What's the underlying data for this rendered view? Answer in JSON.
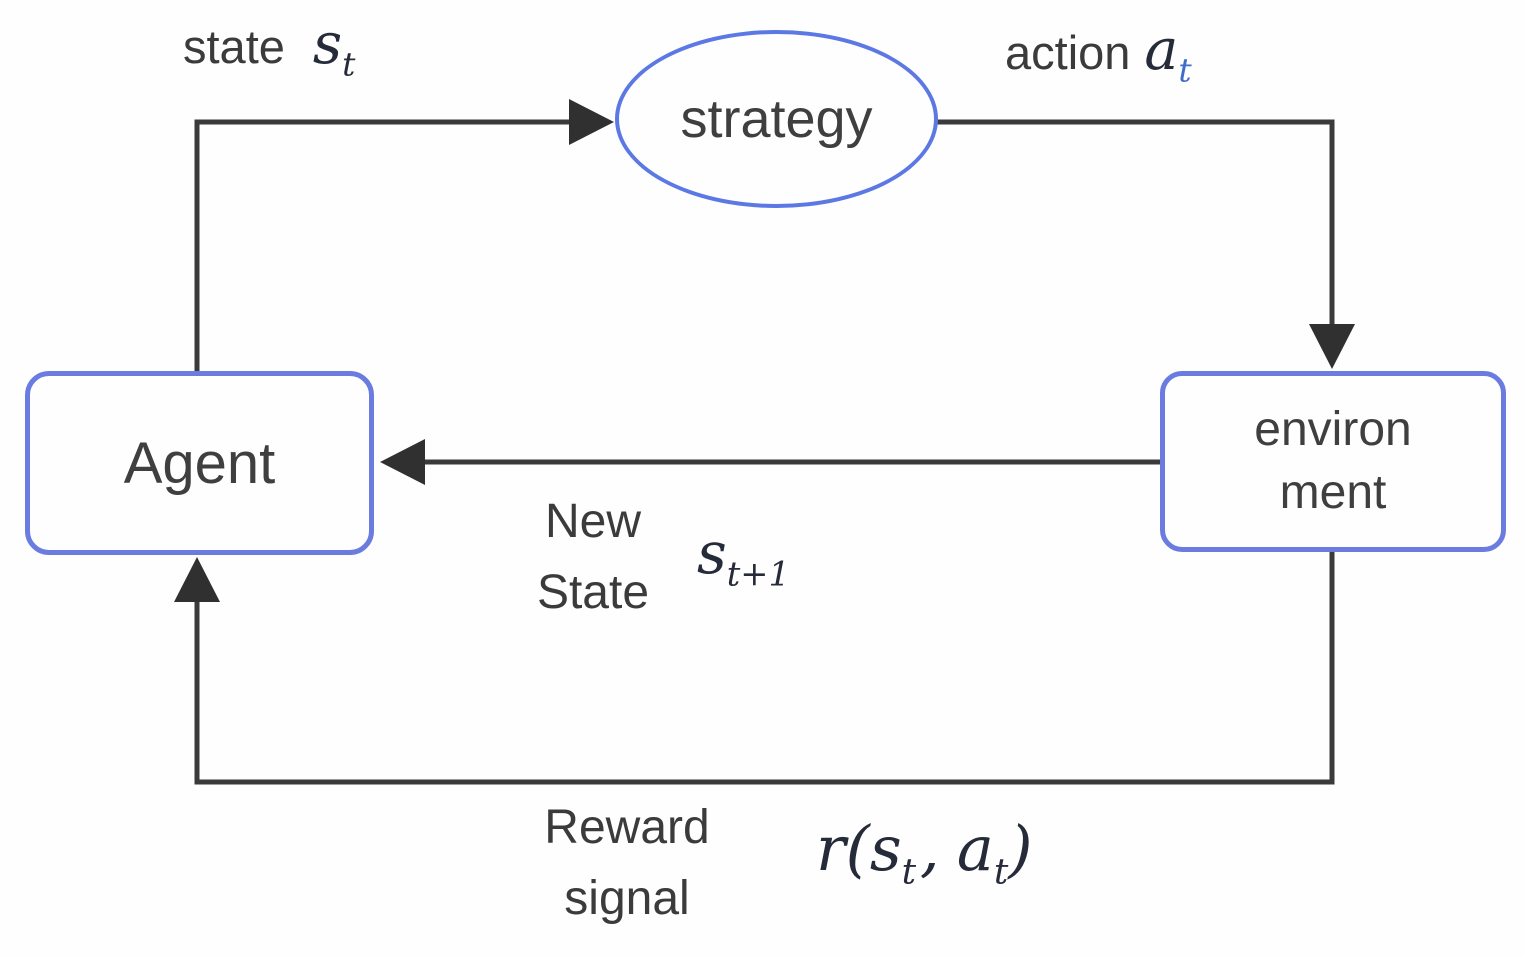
{
  "colors": {
    "node_border_blue": "#6b7ce0",
    "ellipse_border_blue": "#5b78e4",
    "arrow_dark": "#3a3a3a",
    "text_dark": "#3b3b3b",
    "math_dark": "#262b3a",
    "action_subscript_blue": "#3f6bc9",
    "background": "#fefefe"
  },
  "nodes": {
    "agent": {
      "label": "Agent"
    },
    "strategy": {
      "label": "strategy"
    },
    "environment": {
      "line1": "environ",
      "line2": "ment"
    }
  },
  "labels": {
    "state": {
      "word": "state",
      "sym": "s",
      "sub": "t"
    },
    "action": {
      "word": "action",
      "sym": "a",
      "sub": "t"
    },
    "new_state": {
      "line1": "New",
      "line2": "State",
      "sym": "s",
      "sub": "t+1"
    },
    "reward": {
      "line1": "Reward",
      "line2": "signal",
      "formula": {
        "fn": "r",
        "open": "(",
        "arg1": "s",
        "arg1_sub": "t",
        "sep": ",",
        "arg2": "a",
        "arg2_sub": "t",
        "close": ")"
      }
    }
  }
}
